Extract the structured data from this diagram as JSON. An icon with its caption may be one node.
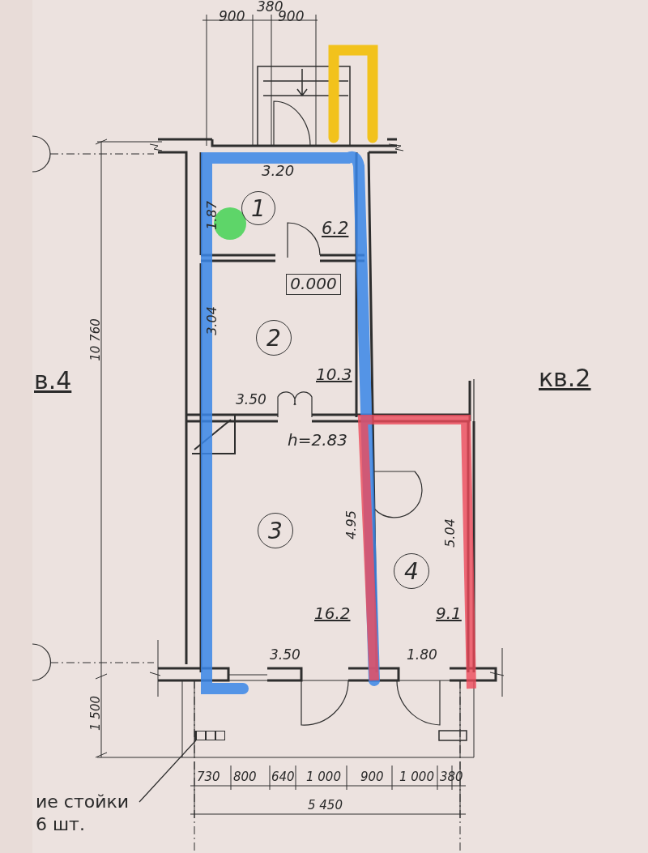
{
  "diagram": {
    "nodes": [
      {
        "text": [
          "1"
        ]
      },
      {
        "text": [
          "0.000"
        ]
      },
      {
        "text": [
          "2"
        ]
      },
      {
        "text": [
          "3"
        ]
      },
      {
        "text": [
          "4"
        ]
      },
      {
        "text": [
          "ие стойки 6 шт."
        ]
      },
      {
        "text": [],
        "shape": "box"
      }
    ],
    "edges": [
      {
        "from": 5,
        "to": 6,
        "arrow": "none"
      }
    ],
    "labels": [
      "380",
      "900",
      "900",
      "3.20",
      "1.87",
      "6.2",
      "3.04",
      "в.4",
      "10 760",
      "кв.2",
      "10.3",
      "3.50",
      "h=2.83",
      "4.95",
      "5.04",
      "16.2",
      "9.1",
      "3.50",
      "1.80",
      "1 500",
      "730",
      "800",
      "640",
      "1 000",
      "900",
      "1 000",
      "380",
      "5 450"
    ]
  }
}
